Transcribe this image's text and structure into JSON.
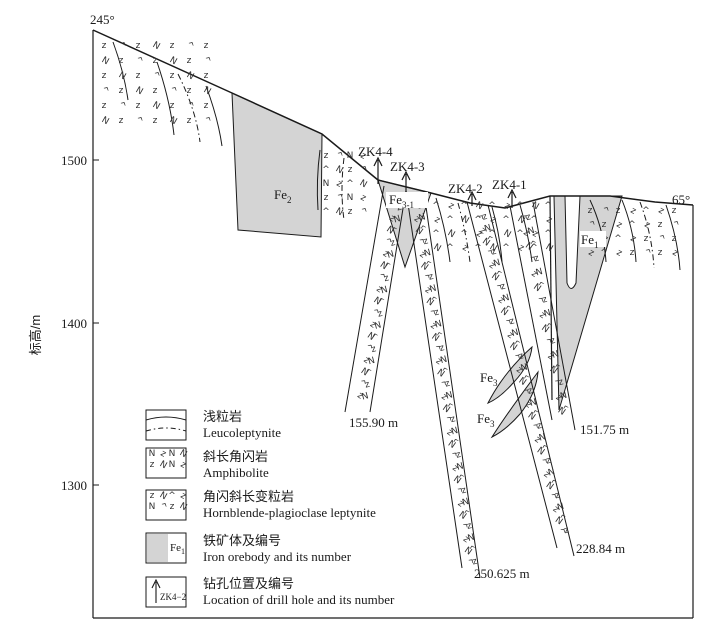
{
  "figure": {
    "azimuth_left": "245°",
    "azimuth_right": "65°",
    "y_axis_label": "标高/m",
    "y_ticks": [
      "1500",
      "1400",
      "1300"
    ],
    "pattern_glyphs": {
      "z": "z",
      "caret": "^",
      "n": "N"
    }
  },
  "orebodies": {
    "fe2": {
      "base": "Fe",
      "sub": "2"
    },
    "fe31": {
      "base": "Fe",
      "sub": "3-1"
    },
    "fe1": {
      "base": "Fe",
      "sub": "1"
    },
    "fe3a": {
      "base": "Fe",
      "sub": "3"
    },
    "fe3b": {
      "base": "Fe",
      "sub": "3"
    }
  },
  "drill_holes": [
    {
      "name": "ZK4-4",
      "depth": "155.90 m"
    },
    {
      "name": "ZK4-3",
      "depth": "250.625 m"
    },
    {
      "name": "ZK4-2",
      "depth": "228.84 m"
    },
    {
      "name": "ZK4-1",
      "depth": "151.75 m"
    }
  ],
  "legend": {
    "items": [
      {
        "cn": "浅粒岩",
        "en": "Leucoleptynite"
      },
      {
        "cn": "斜长角闪岩",
        "en": "Amphibolite"
      },
      {
        "cn": "角闪斜长变粒岩",
        "en": "Hornblende-plagioclase leptynite"
      },
      {
        "cn": "铁矿体及编号",
        "en": "Iron orebody and its number",
        "symbol": "Fe",
        "symbol_sub": "1"
      },
      {
        "cn": "钻孔位置及编号",
        "en": "Location of drill hole and its number",
        "symbol": "ZK4−2"
      }
    ]
  },
  "colors": {
    "ore_fill": "#d4d4d4",
    "line": "#1a1a1a",
    "background": "#ffffff"
  }
}
